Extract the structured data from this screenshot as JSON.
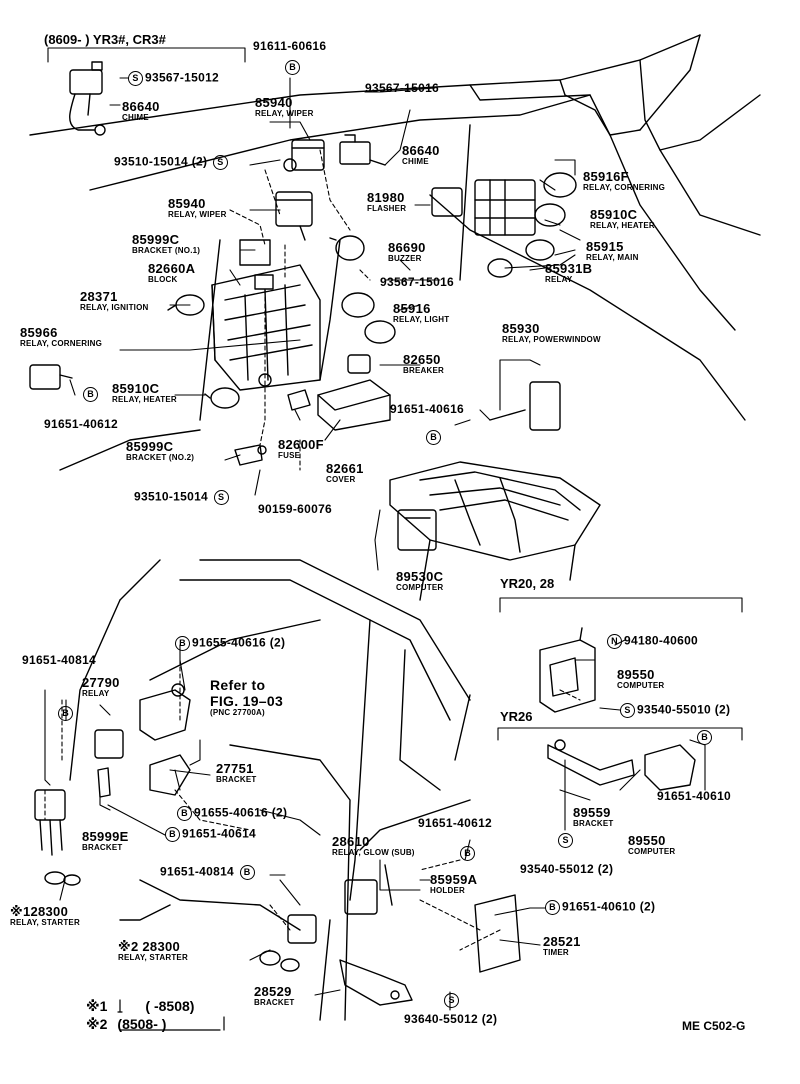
{
  "headers": {
    "top_left": "(8609-        ) YR3#, CR3#",
    "yr20": "YR20, 28",
    "yr26": "YR26"
  },
  "parts": [
    {
      "id": "p86640a",
      "no": "86640",
      "name": "CHIME"
    },
    {
      "id": "p85940a",
      "no": "85940",
      "name": "RELAY, WIPER"
    },
    {
      "id": "p86640b",
      "no": "86640",
      "name": "CHIME"
    },
    {
      "id": "p85940b",
      "no": "85940",
      "name": "RELAY, WIPER"
    },
    {
      "id": "p85999c1",
      "no": "85999C",
      "name": "BRACKET (NO.1)"
    },
    {
      "id": "p82660a",
      "no": "82660A",
      "name": "BLOCK"
    },
    {
      "id": "p28371",
      "no": "28371",
      "name": "RELAY, IGNITION"
    },
    {
      "id": "p85966",
      "no": "85966",
      "name": "RELAY, CORNERING"
    },
    {
      "id": "p85910ca",
      "no": "85910C",
      "name": "RELAY, HEATER"
    },
    {
      "id": "p85999c2",
      "no": "85999C",
      "name": "BRACKET (NO.2)"
    },
    {
      "id": "p81980",
      "no": "81980",
      "name": "FLASHER"
    },
    {
      "id": "p86690",
      "no": "86690",
      "name": "BUZZER"
    },
    {
      "id": "p85916",
      "no": "85916",
      "name": "RELAY, LIGHT"
    },
    {
      "id": "p82650",
      "no": "82650",
      "name": "BREAKER"
    },
    {
      "id": "p82600f",
      "no": "82600F",
      "name": "FUSE"
    },
    {
      "id": "p82661",
      "no": "82661",
      "name": "COVER"
    },
    {
      "id": "p85916f",
      "no": "85916F",
      "name": "RELAY, CORNERING"
    },
    {
      "id": "p85910cb",
      "no": "85910C",
      "name": "RELAY, HEATER"
    },
    {
      "id": "p85915",
      "no": "85915",
      "name": "RELAY, MAIN"
    },
    {
      "id": "p85931b",
      "no": "85931B",
      "name": "RELAY"
    },
    {
      "id": "p85930",
      "no": "85930",
      "name": "RELAY, POWERWINDOW"
    },
    {
      "id": "p89530c",
      "no": "89530C",
      "name": "COMPUTER"
    },
    {
      "id": "p89550a",
      "no": "89550",
      "name": "COMPUTER"
    },
    {
      "id": "p89559",
      "no": "89559",
      "name": "BRACKET"
    },
    {
      "id": "p89550b",
      "no": "89550",
      "name": "COMPUTER"
    },
    {
      "id": "p27790",
      "no": "27790",
      "name": "RELAY"
    },
    {
      "id": "p27751",
      "no": "27751",
      "name": "BRACKET"
    },
    {
      "id": "p85999e",
      "no": "85999E",
      "name": "BRACKET"
    },
    {
      "id": "p28610",
      "no": "28610",
      "name": "RELAY, GLOW (SUB)"
    },
    {
      "id": "p85959a",
      "no": "85959A",
      "name": "HOLDER"
    },
    {
      "id": "p128300",
      "no": "※128300",
      "name": "RELAY, STARTER"
    },
    {
      "id": "p228300",
      "no": "※2 28300",
      "name": "RELAY, STARTER"
    },
    {
      "id": "p28521",
      "no": "28521",
      "name": "TIMER"
    },
    {
      "id": "p28529",
      "no": "28529",
      "name": "BRACKET"
    }
  ],
  "hardware": [
    {
      "id": "h1",
      "sym": "S",
      "no": "93567-15012",
      "qty": ""
    },
    {
      "id": "h2",
      "sym": "B",
      "no": "91611-60616",
      "qty": ""
    },
    {
      "id": "h3",
      "sym": "",
      "no": "93567-15016",
      "qty": ""
    },
    {
      "id": "h4",
      "sym": "S",
      "no": "93510-15014",
      "qty": "(2)"
    },
    {
      "id": "h5",
      "sym": "",
      "no": "93567-15016",
      "qty": ""
    },
    {
      "id": "h6",
      "sym": "B",
      "no": "91651-40612",
      "qty": ""
    },
    {
      "id": "h7",
      "sym": "B",
      "no": "91651-40616",
      "qty": ""
    },
    {
      "id": "h8",
      "sym": "S",
      "no": "93510-15014",
      "qty": ""
    },
    {
      "id": "h9",
      "sym": "",
      "no": "90159-60076",
      "qty": ""
    },
    {
      "id": "h10",
      "sym": "B",
      "no": "91655-40616",
      "qty": "(2)"
    },
    {
      "id": "h11",
      "sym": "B",
      "no": "91651-40814",
      "qty": ""
    },
    {
      "id": "h12",
      "sym": "N",
      "no": "94180-40600",
      "qty": ""
    },
    {
      "id": "h13",
      "sym": "S",
      "no": "93540-55010",
      "qty": "(2)"
    },
    {
      "id": "h14",
      "sym": "B",
      "no": "91651-40610",
      "qty": ""
    },
    {
      "id": "h15",
      "sym": "S",
      "no": "93540-55012",
      "qty": "(2)"
    },
    {
      "id": "h16",
      "sym": "B",
      "no": "91655-40616",
      "qty": "(2)"
    },
    {
      "id": "h17",
      "sym": "B",
      "no": "91651-40614",
      "qty": ""
    },
    {
      "id": "h18",
      "sym": "B",
      "no": "91651-40612",
      "qty": ""
    },
    {
      "id": "h19",
      "sym": "B",
      "no": "91651-40814",
      "qty": ""
    },
    {
      "id": "h20",
      "sym": "B",
      "no": "91651-40610",
      "qty": "(2)"
    },
    {
      "id": "h21",
      "sym": "S",
      "no": "93640-55012",
      "qty": "(2)"
    }
  ],
  "refer": {
    "line1": "Refer to",
    "line2": "FIG. 19–03",
    "line3": "(PNC 27700A)"
  },
  "legend": {
    "l1_mark": "※1",
    "l1_range": "(        -8508)",
    "l2_mark": "※2",
    "l2_range": "(8508-        )"
  },
  "code": "ME C502-G"
}
